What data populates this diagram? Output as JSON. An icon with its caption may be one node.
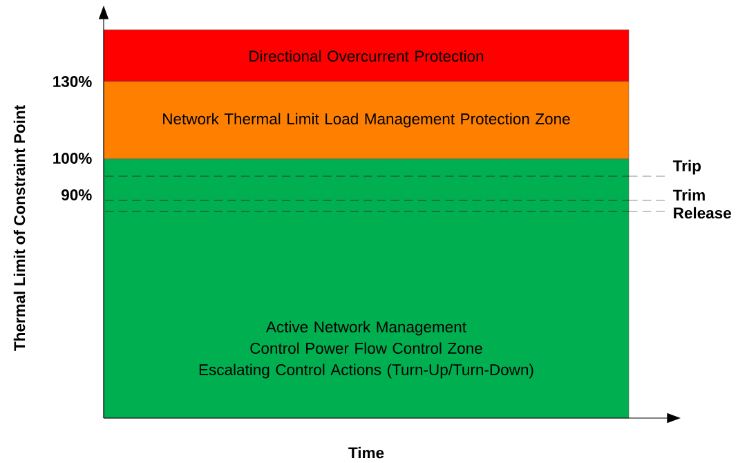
{
  "diagram": {
    "nodes": [
      {
        "text": [
          "Directional Overcurrent Protection"
        ]
      },
      {
        "text": [
          "Network Thermal Limit Load Management Protection Zone"
        ]
      },
      {
        "text": [
          "Active Network Management",
          "Control Power Flow Control Zone",
          "Escalating Control Actions (Turn-Up/Turn-Down)"
        ]
      }
    ],
    "labels": [
      "130%",
      "100%",
      "90%",
      "Trip",
      "Trim",
      "Release",
      "Thermal Limit of Constraint Point",
      "Time"
    ]
  }
}
